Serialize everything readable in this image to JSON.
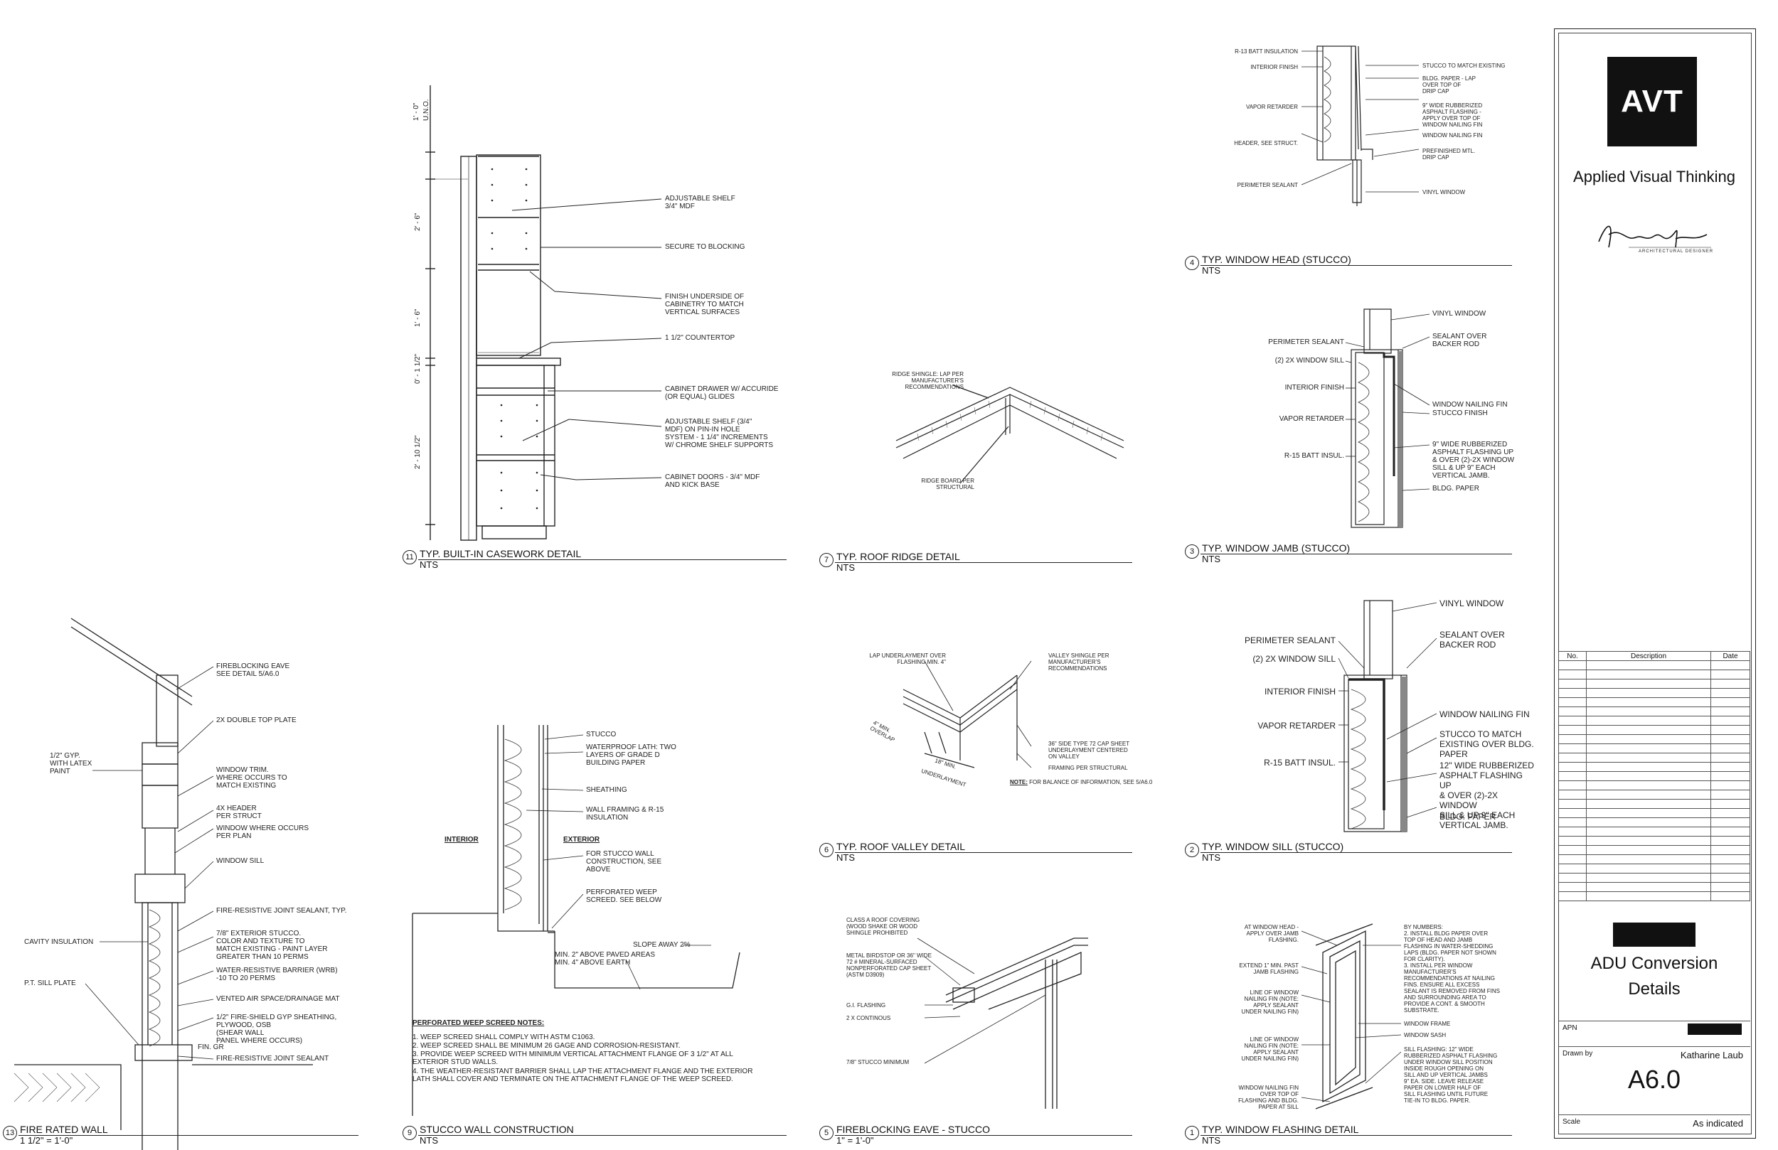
{
  "details": {
    "d11": {
      "number": "11",
      "title": "TYP. BUILT-IN CASEWORK DETAIL",
      "scale": "NTS",
      "dims": [
        "1' - 0\"",
        "U.N.O.",
        "2' - 6\"",
        "1' - 6\"",
        "0' - 1 1/2\"",
        "2' - 10 1/2\""
      ],
      "notes": [
        "ADJUSTABLE SHELF\n3/4\" MDF",
        "SECURE TO BLOCKING",
        "FINISH UNDERSIDE OF\nCABINETRY TO MATCH\nVERTICAL SURFACES",
        "1 1/2\" COUNTERTOP",
        "CABINET DRAWER W/ ACCURIDE\n(OR EQUAL) GLIDES",
        "ADJUSTABLE SHELF (3/4\"\nMDF) ON PIN-IN HOLE\nSYSTEM - 1 1/4\" INCREMENTS\nW/ CHROME SHELF SUPPORTS",
        "CABINET DOORS - 3/4\" MDF\nAND KICK BASE"
      ]
    },
    "d7": {
      "number": "7",
      "title": "TYP. ROOF RIDGE DETAIL",
      "scale": "NTS",
      "notes": [
        "RIDGE SHINGLE: LAP PER\nMANUFACTURER'S\nRECOMMENDATIONS",
        "RIDGE BOARD PER\nSTRUCTURAL"
      ]
    },
    "d4": {
      "number": "4",
      "title": "TYP. WINDOW HEAD (STUCCO)",
      "scale": "NTS",
      "notes_left": [
        "R-13 BATT INSULATION",
        "INTERIOR FINISH",
        "VAPOR RETARDER",
        "HEADER, SEE STRUCT.",
        "PERIMETER SEALANT"
      ],
      "notes_right": [
        "STUCCO TO MATCH EXISTING",
        "BLDG. PAPER - LAP\nOVER TOP OF\nDRIP CAP",
        "9\" WIDE RUBBERIZED\nASPHALT FLASHING -\nAPPLY OVER TOP OF\nWINDOW NAILING FIN",
        "WINDOW NAILING FIN",
        "PREFINISHED MTL.\nDRIP CAP",
        "VINYL WINDOW"
      ]
    },
    "d3": {
      "number": "3",
      "title": "TYP. WINDOW JAMB (STUCCO)",
      "scale": "NTS",
      "notes_left": [
        "PERIMETER SEALANT",
        "(2) 2X WINDOW SILL",
        "INTERIOR FINISH",
        "VAPOR RETARDER",
        "R-15 BATT INSUL."
      ],
      "notes_right": [
        "VINYL WINDOW",
        "SEALANT OVER\nBACKER ROD",
        "WINDOW NAILING FIN",
        "STUCCO FINISH",
        "9\" WIDE RUBBERIZED\nASPHALT FLASHING UP\n& OVER (2)-2X WINDOW\nSILL & UP 9\" EACH\nVERTICAL JAMB.",
        "BLDG. PAPER"
      ]
    },
    "d13": {
      "number": "13",
      "title": "FIRE RATED WALL",
      "scale": "1 1/2\" = 1'-0\"",
      "notes_left": [
        "1/2\" GYP.\nWITH LATEX\nPAINT",
        "CAVITY INSULATION",
        "P.T. SILL PLATE"
      ],
      "notes_right": [
        "FIREBLOCKING EAVE\nSEE DETAIL 5/A6.0",
        "2X DOUBLE TOP PLATE",
        "WINDOW TRIM.\nWHERE OCCURS TO\nMATCH EXISTING",
        "4X HEADER\nPER STRUCT",
        "WINDOW WHERE OCCURS\nPER PLAN",
        "WINDOW SILL",
        "FIRE-RESISTIVE JOINT SEALANT, TYP.",
        "7/8\" EXTERIOR STUCCO.\nCOLOR AND TEXTURE TO\nMATCH EXISTING - PAINT LAYER\nGREATER THAN 10 PERMS",
        "WATER-RESISTIVE BARRIER (WRB)\n-10 TO 20 PERMS",
        "VENTED AIR SPACE/DRAINAGE MAT",
        "1/2\" FIRE-SHIELD GYP SHEATHING,\nPLYWOOD, OSB\n(SHEAR WALL\nPANEL WHERE OCCURS)",
        "FIRE-RESISTIVE JOINT SEALANT"
      ],
      "fin_gr": "FIN. GR"
    },
    "d9": {
      "number": "9",
      "title": "STUCCO WALL CONSTRUCTION",
      "scale": "NTS",
      "interior": "INTERIOR",
      "exterior": "EXTERIOR",
      "notes": [
        "STUCCO",
        "WATERPROOF LATH: TWO\nLAYERS OF GRADE D\nBUILDING PAPER",
        "SHEATHING",
        "WALL FRAMING & R-15\nINSULATION",
        "FOR STUCCO WALL\nCONSTRUCTION, SEE\nABOVE",
        "PERFORATED WEEP\nSCREED. SEE BELOW",
        "SLOPE AWAY 2%",
        "MIN. 2\" ABOVE PAVED AREAS\nMIN. 4\" ABOVE EARTH"
      ],
      "weep_title": "PERFORATED WEEP SCREED NOTES:",
      "weep_notes": [
        "1.   WEEP SCREED SHALL COMPLY WITH ASTM C1063.",
        "2.   WEEP SCREED SHALL BE MINIMUM 26 GAGE AND CORROSION-RESISTANT.",
        "3.   PROVIDE WEEP SCREED WITH MINIMUM VERTICAL ATTACHMENT FLANGE OF 3 1/2\" AT ALL\n      EXTERIOR STUD WALLS.",
        "4.   THE WEATHER-RESISTANT BARRIER SHALL LAP THE ATTACHMENT FLANGE AND THE EXTERIOR\n      LATH SHALL COVER AND TERMINATE ON THE ATTACHMENT FLANGE OF THE WEEP SCREED."
      ]
    },
    "d6": {
      "number": "6",
      "title": "TYP. ROOF VALLEY DETAIL",
      "scale": "NTS",
      "notes": [
        "LAP UNDERLAYMENT OVER\nFLASHING MIN. 4\"",
        "VALLEY SHINGLE PER\nMANUFACTURER'S\nRECOMMENDATIONS",
        "4\" MIN.\nOVERLAP",
        "36\" SIDE TYPE 72 CAP SHEET\nUNDERLAYMENT CENTERED\nON VALLEY",
        "18\" MIN.",
        "FRAMING PER STRUCTURAL",
        "UNDERLAYMENT"
      ],
      "note_bold": "NOTE:",
      "note_text": "FOR BALANCE OF INFORMATION, SEE 5/A6.0"
    },
    "d2": {
      "number": "2",
      "title": "TYP. WINDOW SILL (STUCCO)",
      "scale": "NTS",
      "notes_left": [
        "PERIMETER SEALANT",
        "(2) 2X WINDOW SILL",
        "INTERIOR FINISH",
        "VAPOR RETARDER",
        "R-15 BATT INSUL."
      ],
      "notes_right": [
        "VINYL WINDOW",
        "SEALANT OVER\nBACKER ROD",
        "WINDOW NAILING FIN",
        "STUCCO TO MATCH\nEXISTING OVER BLDG.\nPAPER",
        "12\" WIDE RUBBERIZED\nASPHALT FLASHING UP\n& OVER (2)-2X WINDOW\nSILL & UP 9\" EACH\nVERTICAL JAMB.",
        "BLDG. PAPER"
      ]
    },
    "d5": {
      "number": "5",
      "title": "FIREBLOCKING EAVE - STUCCO",
      "scale": "1\" = 1'-0\"",
      "notes": [
        "CLASS A ROOF COVERING\n(WOOD SHAKE OR WOOD\nSHINGLE PROHIBITED",
        "METAL BIRDSTOP OR 36\" WIDE\n72 # MINERAL-SURFACED\nNONPERFORATED CAP SHEET\n(ASTM D3909)",
        "G.I. FLASHING",
        "2 x CONTINOUS",
        "7/8\" STUCCO MINIMUM"
      ]
    },
    "d1": {
      "number": "1",
      "title": "TYP. WINDOW FLASHING DETAIL",
      "scale": "NTS",
      "notes_left": [
        "AT WINDOW HEAD -\nAPPLY OVER JAMB\nFLASHING.",
        "EXTEND 1\" MIN. PAST\nJAMB FLASHING",
        "LINE OF WINDOW\nNAILING FIN (NOTE:\nAPPLY SEALANT\nUNDER NAILING FIN)",
        "LINE OF WINDOW\nNAILING FIN (NOTE:\nAPPLY SEALANT\nUNDER NAILING FIN)",
        "WINDOW NAILING FIN\nOVER TOP OF\nFLASHING AND BLDG.\nPAPER AT SILL"
      ],
      "notes_right": [
        "BY NUMBERS:\n2. INSTALL BLDG PAPER OVER\nTOP OF HEAD AND JAMB\nFLASHING IN WATER-SHEDDING\nLAPS (BLDG. PAPER NOT SHOWN\nFOR CLARITY).\n3. INSTALL PER WINDOW\nMANUFACTURER'S\nRECOMMENDATIONS AT NAILING\nFINS. ENSURE ALL EXCESS\nSEALANT IS REMOVED FROM FINS\nAND SURROUNDING AREA TO\nPROVIDE A CONT. & SMOOTH\nSUBSTRATE.",
        "WINDOW FRAME",
        "WINDOW SASH",
        "SILL FLASHING: 12\" WIDE\nRUBBERIZED ASPHALT FLASHING\nUNDER WINDOW SILL POSITION\nINSIDE ROUGH OPENING ON\nSILL AND UP VERTICAL JAMBS\n9\" EA. SIDE. LEAVE RELEASE\nPAPER ON LOWER HALF OF\nSILL FLASHING UNTIL FUTURE\nTIE-IN TO BLDG. PAPER."
      ]
    }
  },
  "title_block": {
    "logo": "AVT",
    "firm": "Applied Visual Thinking",
    "designer_sub": "ARCHITECTURAL DESIGNER",
    "rev_headers": [
      "No.",
      "Description",
      "Date"
    ],
    "project_lines": [
      "ADU Conversion",
      "Details"
    ],
    "apn_label": "APN",
    "drawn_label": "Drawn by",
    "drawn_value": "Katharine Laub",
    "sheet": "A6.0",
    "scale_label": "Scale",
    "scale_value": "As indicated"
  },
  "colors": {
    "ink": "#111111",
    "line": "#222222",
    "paper": "#ffffff"
  }
}
